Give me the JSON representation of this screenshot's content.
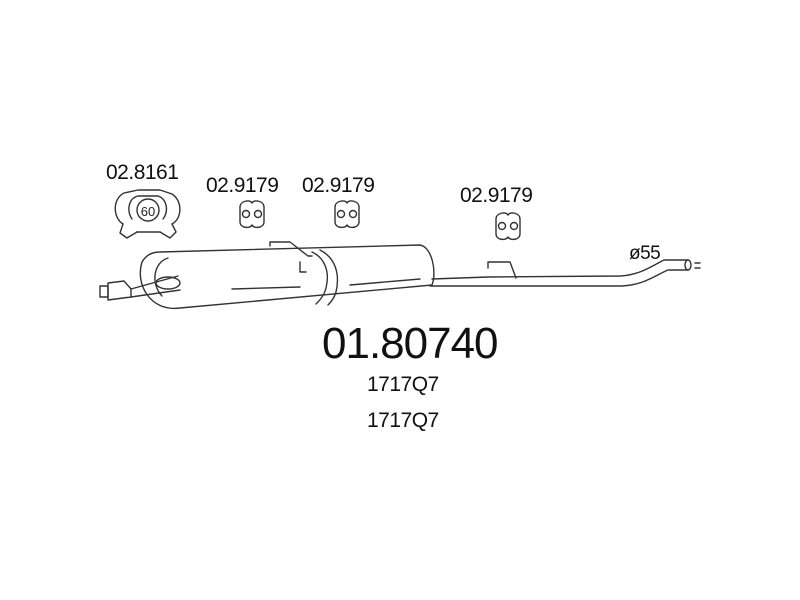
{
  "diagram": {
    "main_part_number": "01.80740",
    "oe_numbers": [
      "1717Q7",
      "1717Q7"
    ],
    "parts": [
      {
        "id": "clamp",
        "number": "02.8161",
        "size_label": "60",
        "icon": "exhaust-clamp-icon"
      },
      {
        "id": "hanger-1",
        "number": "02.9179",
        "icon": "rubber-hanger-icon"
      },
      {
        "id": "hanger-2",
        "number": "02.9179",
        "icon": "rubber-hanger-icon"
      },
      {
        "id": "hanger-3",
        "number": "02.9179",
        "icon": "rubber-hanger-icon"
      }
    ],
    "pipe_diameter": "ø55",
    "colors": {
      "line": "#333333",
      "background": "#ffffff"
    }
  }
}
